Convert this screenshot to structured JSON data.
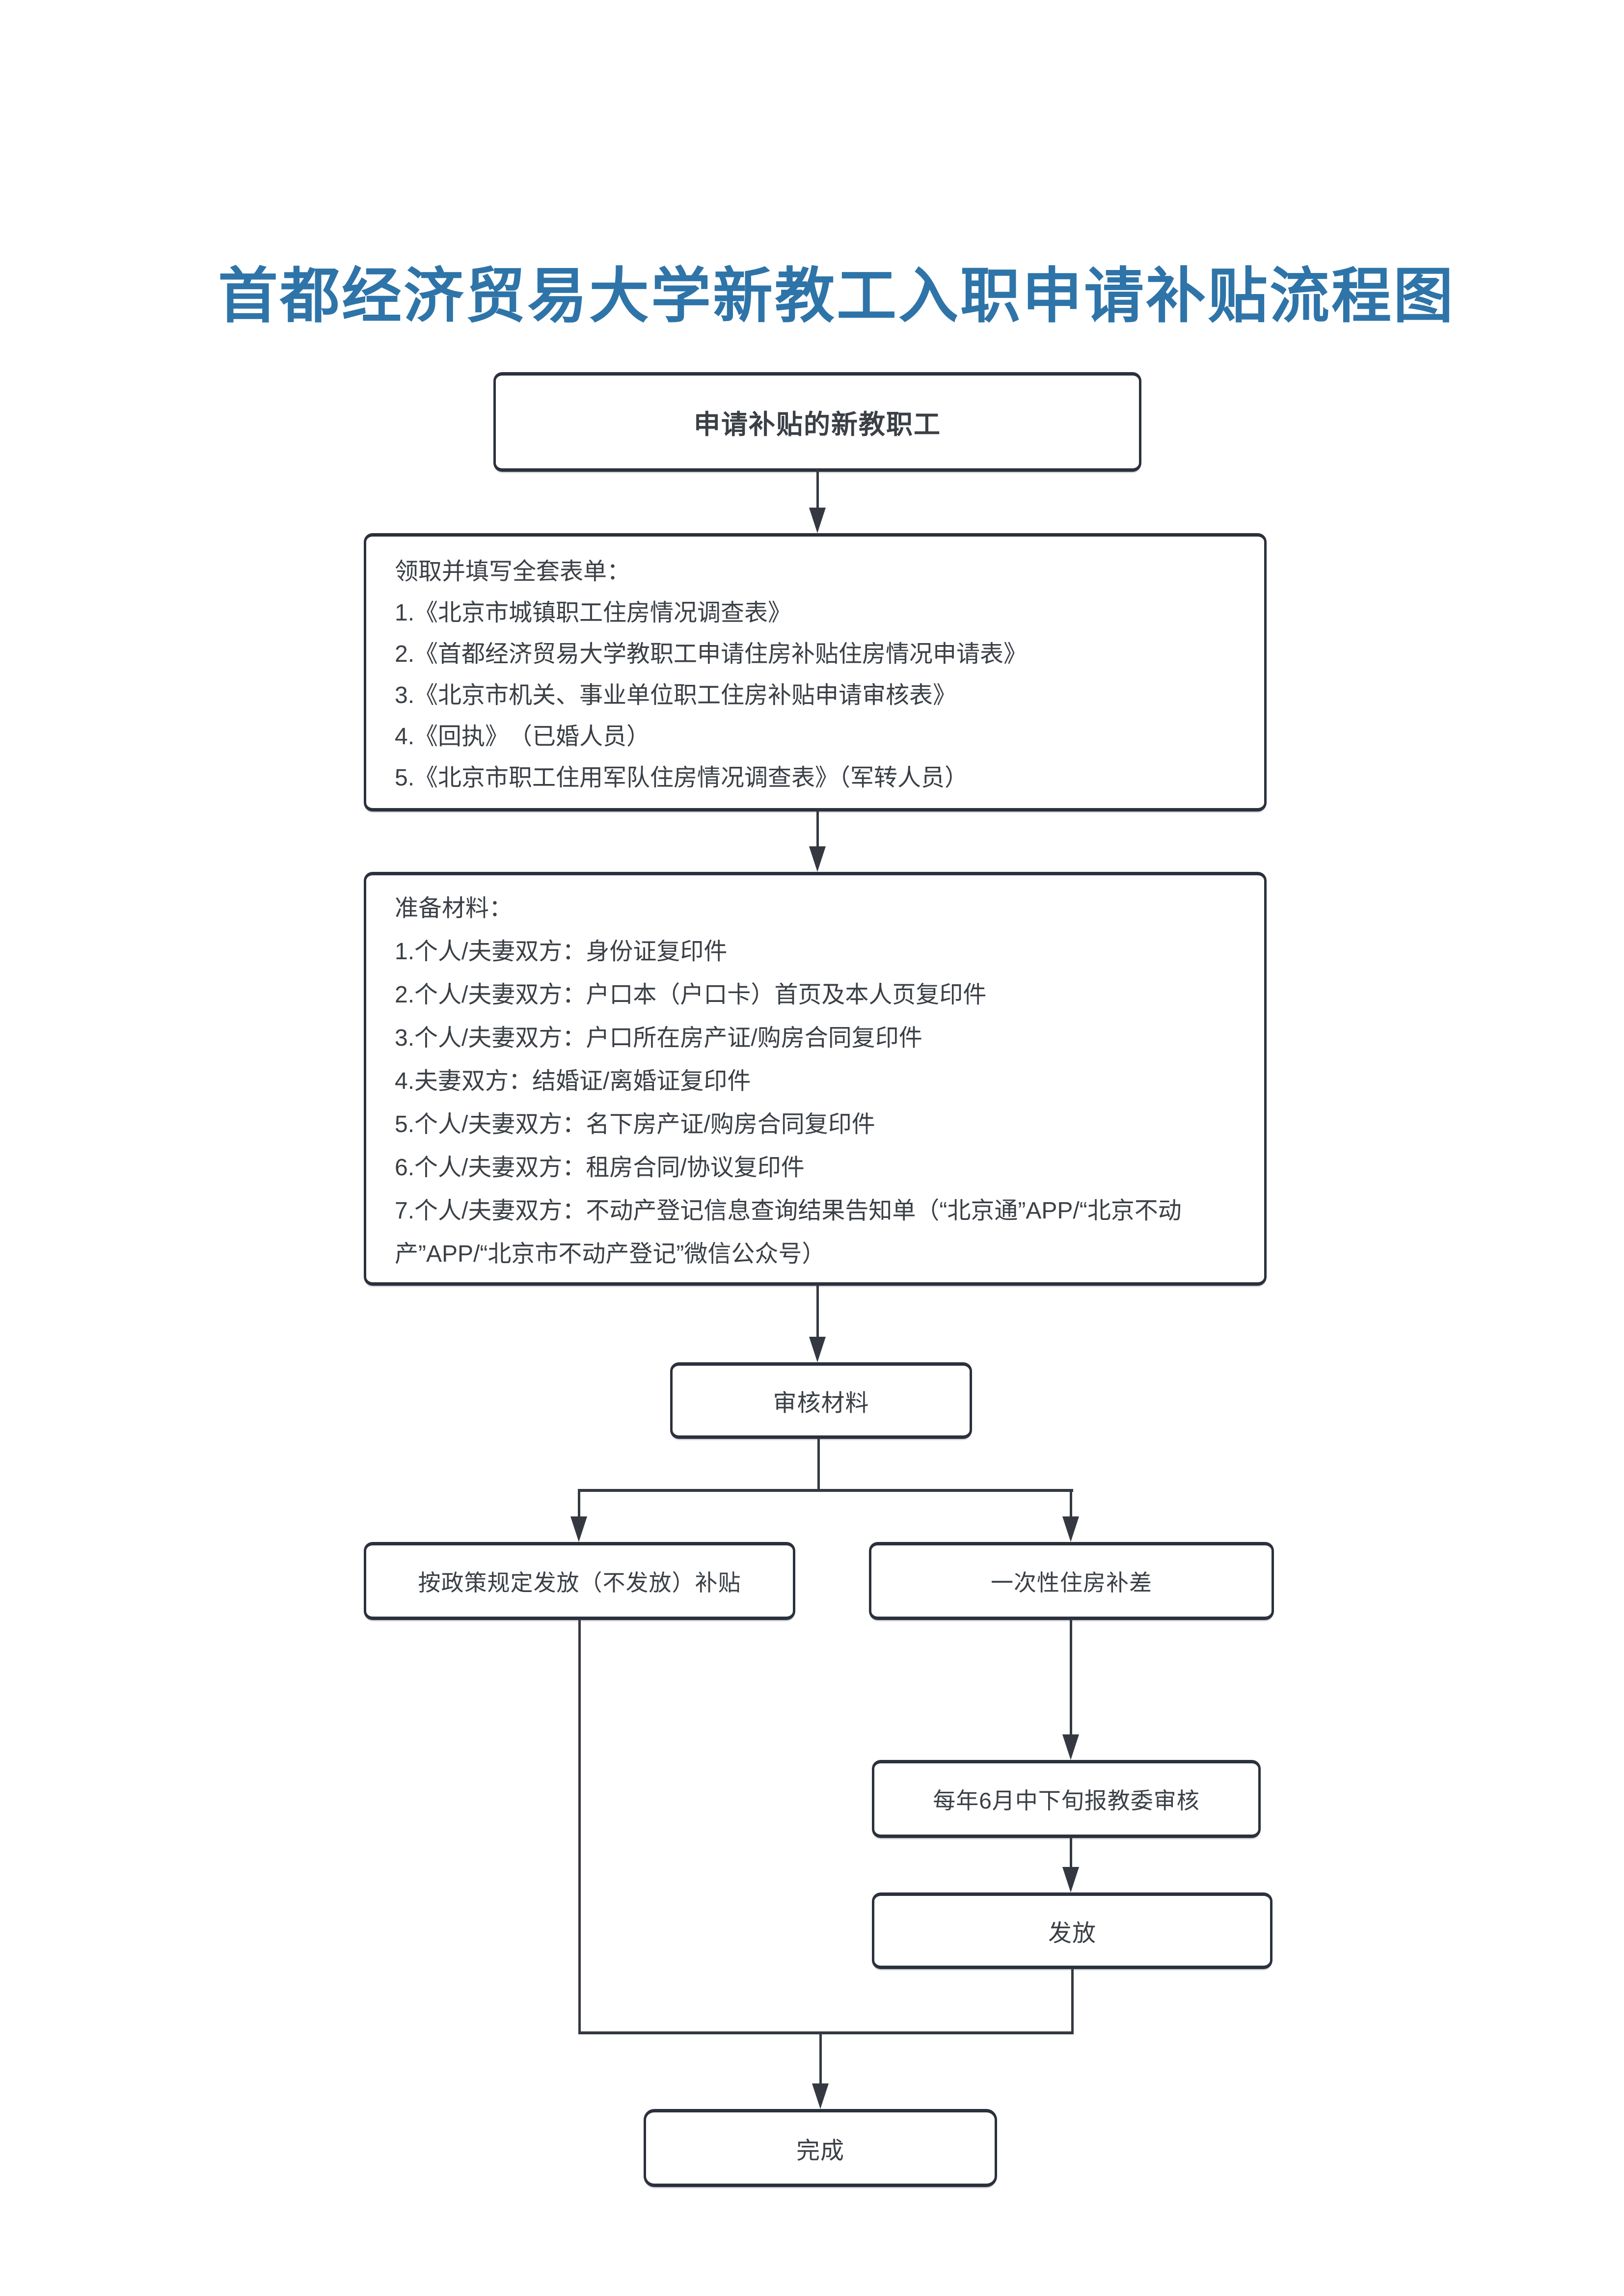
{
  "title": {
    "text": "首都经济贸易大学新教工入职申请补贴流程图"
  },
  "flow": {
    "start": {
      "label": "申请补贴的新教职工"
    },
    "forms": {
      "header": "领取并填写全套表单：",
      "items": [
        "1.《北京市城镇职工住房情况调查表》",
        "2.《首都经济贸易大学教职工申请住房补贴住房情况申请表》",
        "3.《北京市机关、事业单位职工住房补贴申请审核表》",
        "4.《回执》　（已婚人员）",
        "5.《北京市职工住用军队住房情况调查表》（军转人员）"
      ]
    },
    "materials": {
      "header": "准备材料：",
      "items": [
        "1.个人/夫妻双方：身份证复印件",
        "2.个人/夫妻双方：户口本（户口卡）首页及本人页复印件",
        "3.个人/夫妻双方：户口所在房产证/购房合同复印件",
        "4.夫妻双方：结婚证/离婚证复印件",
        "5.个人/夫妻双方：名下房产证/购房合同复印件",
        "6.个人/夫妻双方：租房合同/协议复印件",
        "7.个人/夫妻双方：不动产登记信息查询结果告知单（“北京通”APP/“北京不动产”APP/“北京市不动产登记”微信公众号）"
      ]
    },
    "review": {
      "label": "审核材料"
    },
    "policy": {
      "label": "按政策规定发放（不发放）补贴"
    },
    "onetime": {
      "label": "一次性住房补差"
    },
    "june": {
      "label": "每年6月中下旬报教委审核"
    },
    "issue": {
      "label": "发放"
    },
    "done": {
      "label": "完成"
    }
  },
  "colors": {
    "title": "#2E74A8",
    "border": "#2B313C",
    "line": "#343941",
    "text": "#3B4046",
    "background": "#FFFFFF"
  }
}
